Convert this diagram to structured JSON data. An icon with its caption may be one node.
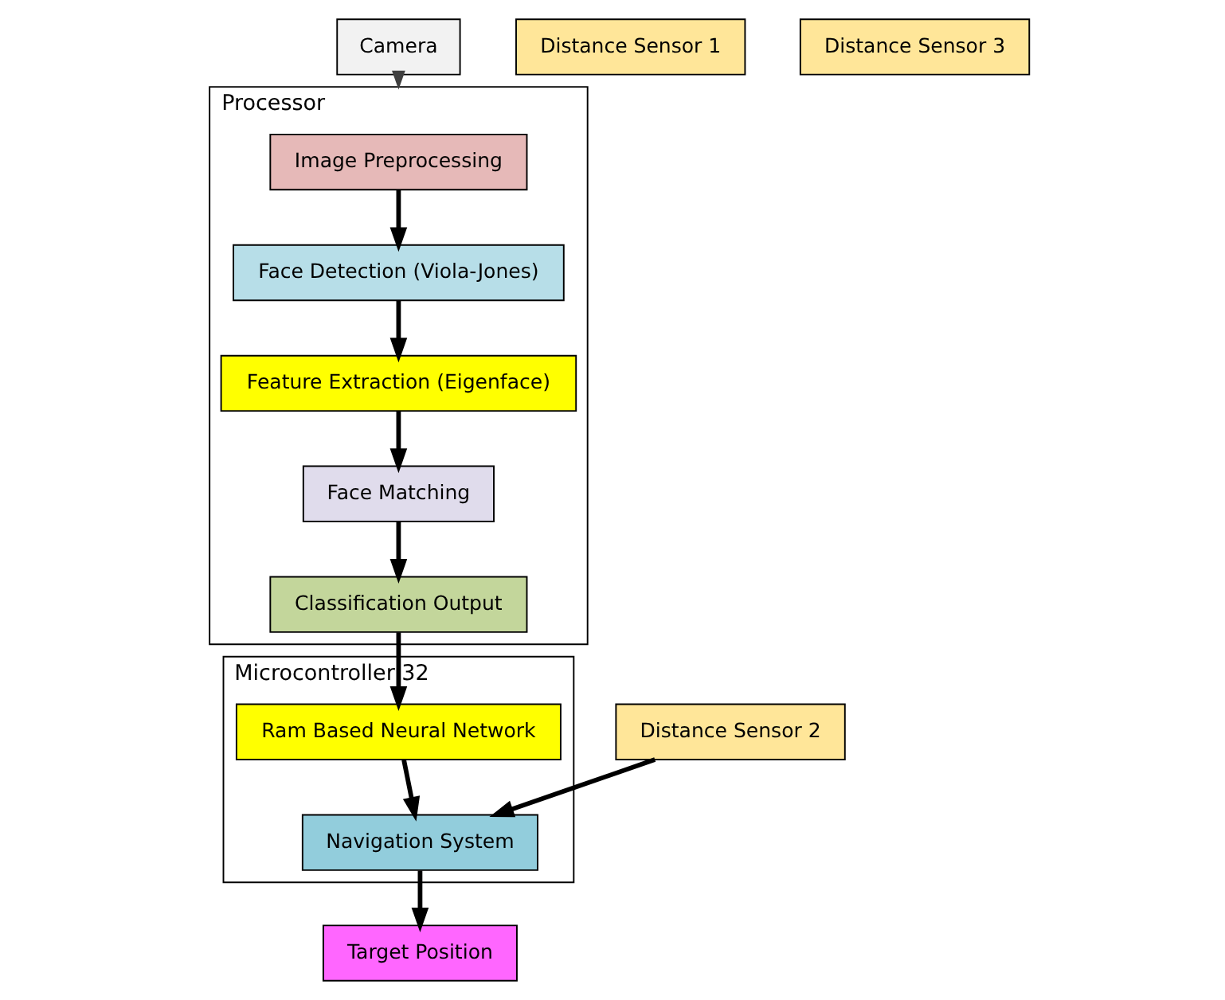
{
  "diagram": {
    "nodes": [
      {
        "text": [
          "Camera"
        ]
      },
      {
        "text": [
          "Processor"
        ]
      },
      {
        "text": [
          "Image Preprocessing"
        ],
        "in": 1
      },
      {
        "text": [
          "Face Detection (Viola-Jones)"
        ],
        "in": 1
      },
      {
        "text": [
          "Feature Extraction (Eigenface)"
        ],
        "in": 1
      },
      {
        "text": [
          "Face Matching"
        ],
        "in": 1
      },
      {
        "text": [
          "Classification Output"
        ],
        "in": 1
      },
      {
        "text": [
          "Microcontroller 32"
        ]
      },
      {
        "text": [
          "Ram Based Neural Network"
        ],
        "in": 7
      },
      {
        "text": [
          "Navigation System"
        ],
        "in": 7
      },
      {
        "text": [
          "Distance Sensor 1"
        ]
      },
      {
        "text": [
          "Distance Sensor 2"
        ]
      },
      {
        "text": [
          "Distance Sensor 3"
        ]
      },
      {
        "text": [
          "Target Position"
        ]
      }
    ],
    "edges": [
      {
        "from": 0,
        "to": 1,
        "arrow": "to",
        "color": "#404040"
      },
      {
        "from": 2,
        "to": 3,
        "arrow": "to"
      },
      {
        "from": 3,
        "to": 4,
        "arrow": "to"
      },
      {
        "from": 4,
        "to": 5,
        "arrow": "to"
      },
      {
        "from": 5,
        "to": 6,
        "arrow": "to"
      },
      {
        "from": 6,
        "to": 8,
        "arrow": "to"
      },
      {
        "from": 8,
        "to": 9,
        "arrow": "to"
      },
      {
        "from": 11,
        "to": 9,
        "arrow": "to"
      },
      {
        "from": 9,
        "to": 13,
        "arrow": "to"
      }
    ]
  }
}
